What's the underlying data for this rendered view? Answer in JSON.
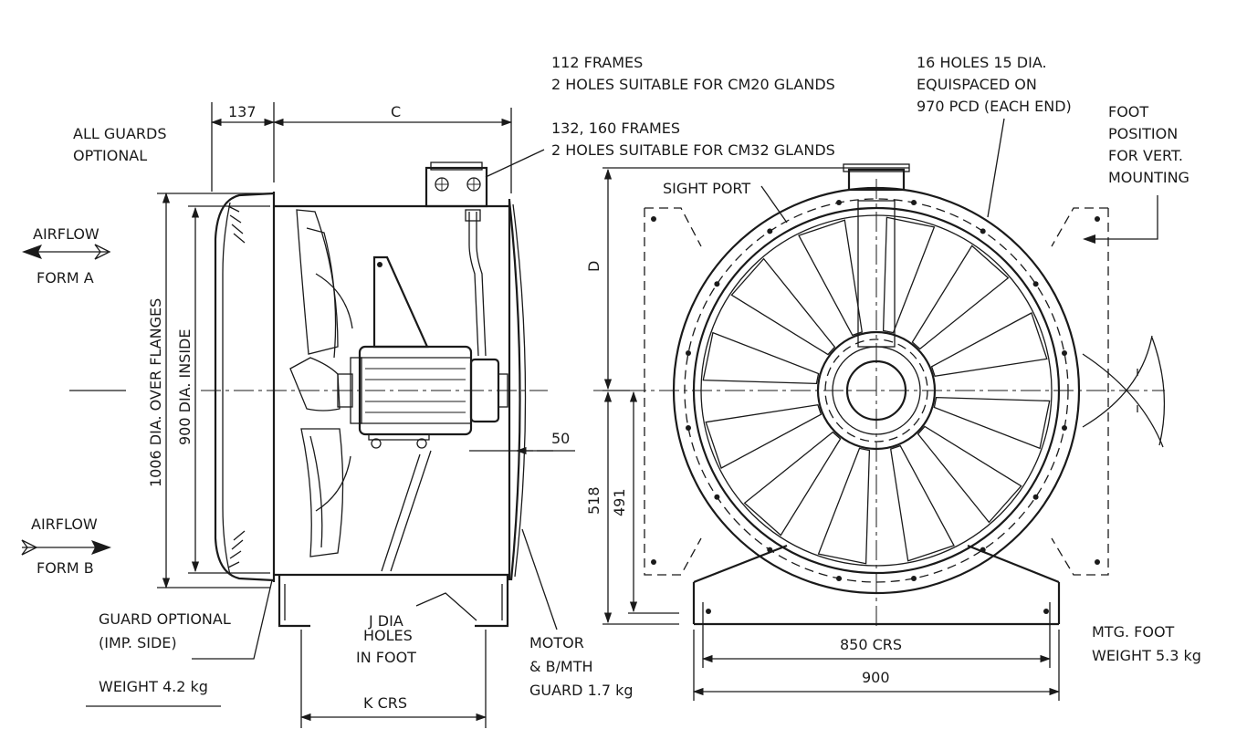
{
  "side_view": {
    "label_guards": [
      "ALL GUARDS",
      "OPTIONAL"
    ],
    "dim_137": "137",
    "dim_c": "C",
    "airflow_a": [
      "AIRFLOW",
      "FORM A"
    ],
    "airflow_b": [
      "AIRFLOW",
      "FORM B"
    ],
    "dim_1006": "1006 DIA. OVER FLANGES",
    "dim_900_inside": "900 DIA. INSIDE",
    "dim_50": "50",
    "guard_optional": [
      "GUARD OPTIONAL",
      "(IMP. SIDE)"
    ],
    "weight_guard": "WEIGHT 4.2 kg",
    "j_dia": [
      "J DIA",
      "HOLES",
      "IN FOOT"
    ],
    "k_crs": "K CRS",
    "motor_guard": [
      "MOTOR",
      "& B/MTH",
      "GUARD 1.7 kg"
    ]
  },
  "notes": {
    "frames_112": [
      "112 FRAMES",
      "2 HOLES SUITABLE FOR CM20 GLANDS"
    ],
    "frames_132_160": [
      "132, 160 FRAMES",
      "2 HOLES SUITABLE FOR CM32 GLANDS"
    ]
  },
  "end_view": {
    "holes": [
      "16 HOLES 15 DIA.",
      "EQUISPACED ON",
      "970 PCD (EACH END)"
    ],
    "foot_position": [
      "FOOT",
      "POSITION",
      "FOR VERT.",
      "MOUNTING"
    ],
    "sight_port": "SIGHT PORT",
    "dim_d": "D",
    "dim_518": "518",
    "dim_491": "491",
    "dim_850": "850 CRS",
    "dim_900": "900",
    "mtg_foot": [
      "MTG. FOOT",
      "WEIGHT 5.3 kg"
    ]
  }
}
